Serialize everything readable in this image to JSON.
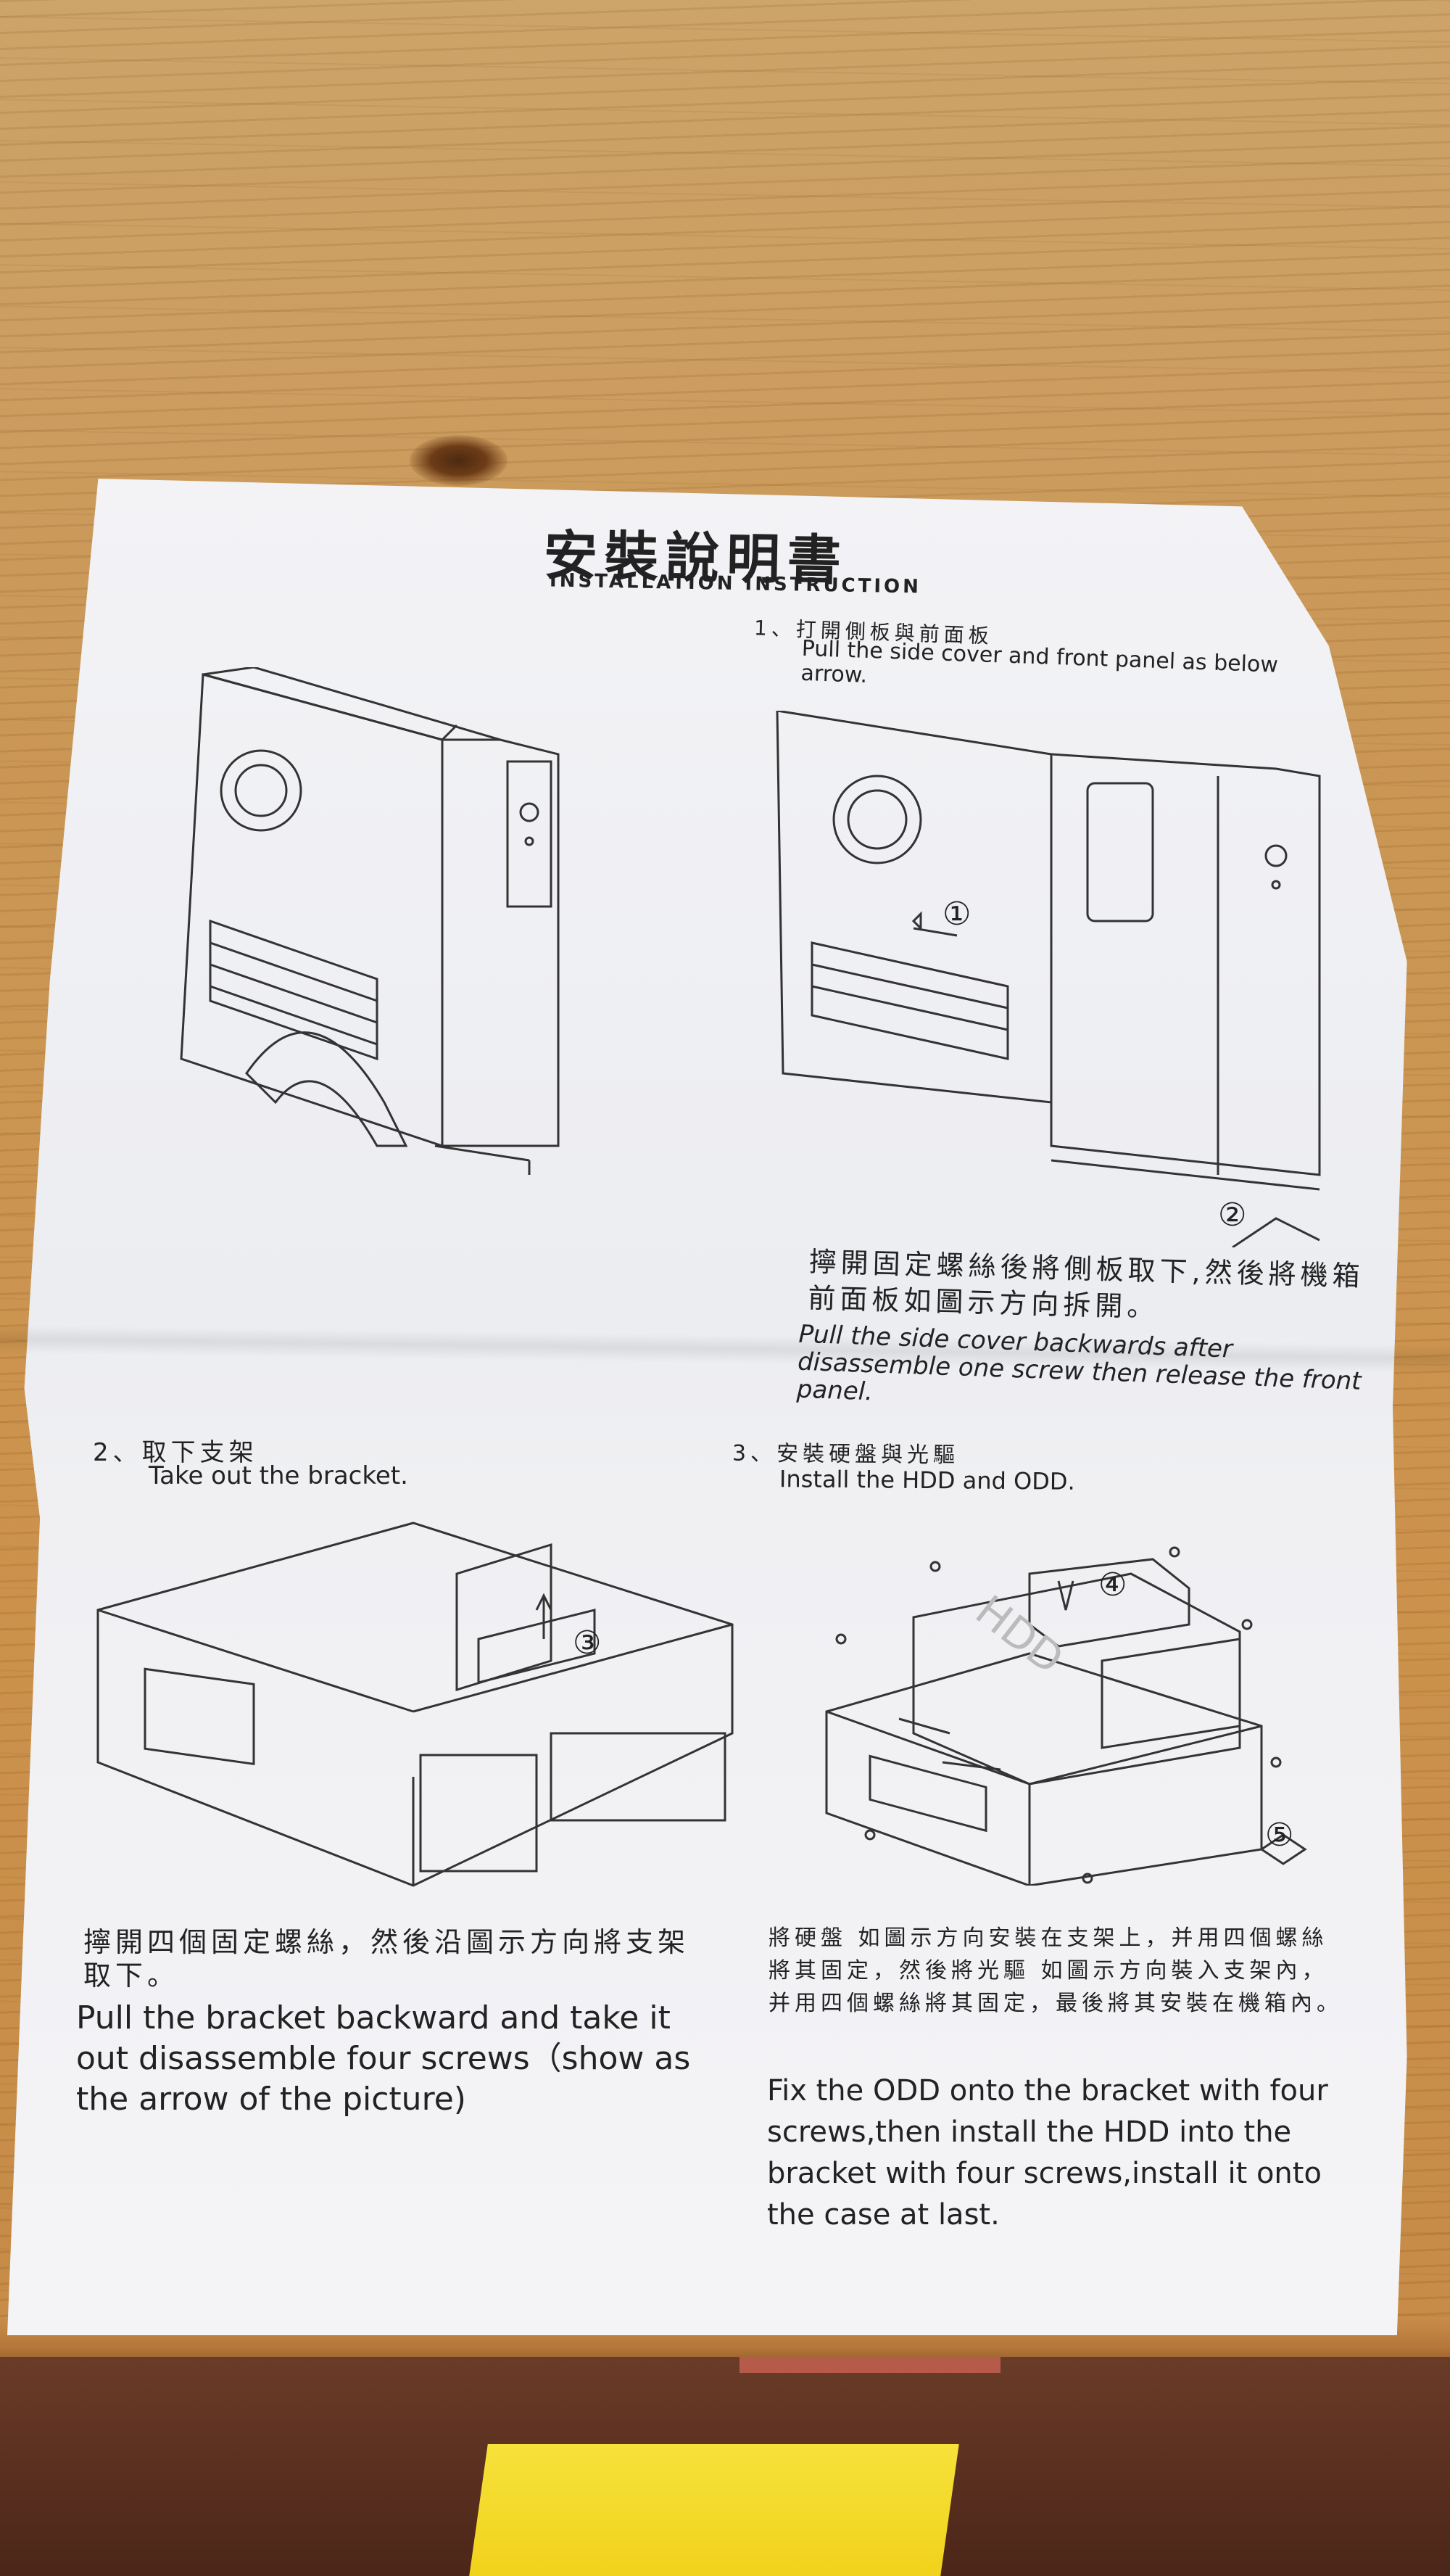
{
  "header": {
    "title_cn": "安裝說明書",
    "title_en": "INSTALLATION INSTRUCTION"
  },
  "step1": {
    "label_cn": "1、打開側板與前面板",
    "label_en": "Pull the side cover and front panel as below arrow.",
    "callouts": [
      "①",
      "②"
    ],
    "note_cn": "擰開固定螺絲後將側板取下,然後將機箱前面板如圖示方向拆開。",
    "note_en": "Pull the side cover backwards after disassemble one screw then release the front panel."
  },
  "step2": {
    "label_cn": "2、取下支架",
    "label_en": "Take out the bracket.",
    "callouts": [
      "③"
    ],
    "note_cn": "擰開四個固定螺絲，然後沿圖示方向將支架取下。",
    "note_en": "Pull the bracket backward and take it out disassemble four screws（show as the arrow of the picture)"
  },
  "step3": {
    "label_cn": "3、安裝硬盤與光驅",
    "label_en": "Install the HDD and ODD.",
    "callouts": [
      "④",
      "⑤"
    ],
    "hdd_label": "HDD",
    "note_cn": "將硬盤 如圖示方向安裝在支架上，并用四個螺絲將其固定，然後將光驅 如圖示方向裝入支架內，并用四個螺絲將其固定，最後將其安裝在機箱內。",
    "note_en": "Fix the ODD onto the bracket with four screws,then install the HDD into the bracket with four screws,install it onto the case at last."
  },
  "colors": {
    "paper": "#f0f0f3",
    "ink": "#222222",
    "wood": "#c8924e",
    "box": "#f1d21c"
  }
}
